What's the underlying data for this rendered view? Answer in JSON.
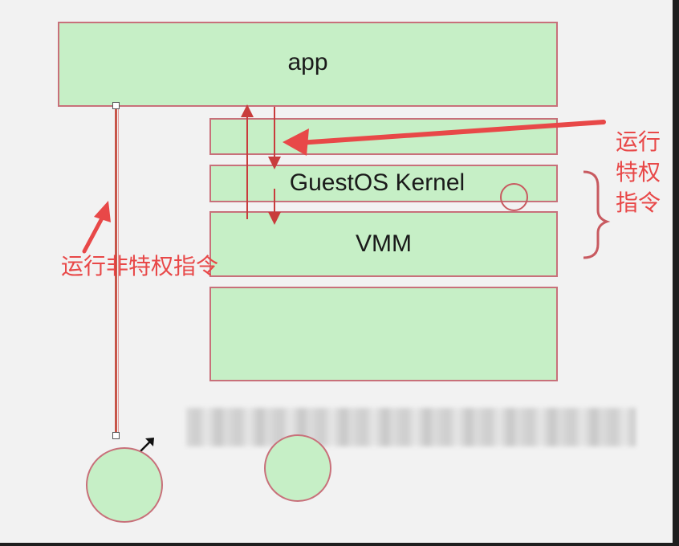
{
  "diagram": {
    "layers": {
      "app": "app",
      "top_layer": "",
      "kernel": "GuestOS Kernel",
      "vmm": "VMM",
      "hardware": ""
    },
    "annotations": {
      "nonprivileged": "运行非特权指令",
      "privileged": "运行特权指令"
    }
  },
  "colors": {
    "box_fill": "#c6efc6",
    "box_border": "#c8707a",
    "annotation_red": "#e84848",
    "background": "#f2f2f2"
  },
  "icons": {
    "resize_cursor": "resize-diagonal-icon"
  }
}
